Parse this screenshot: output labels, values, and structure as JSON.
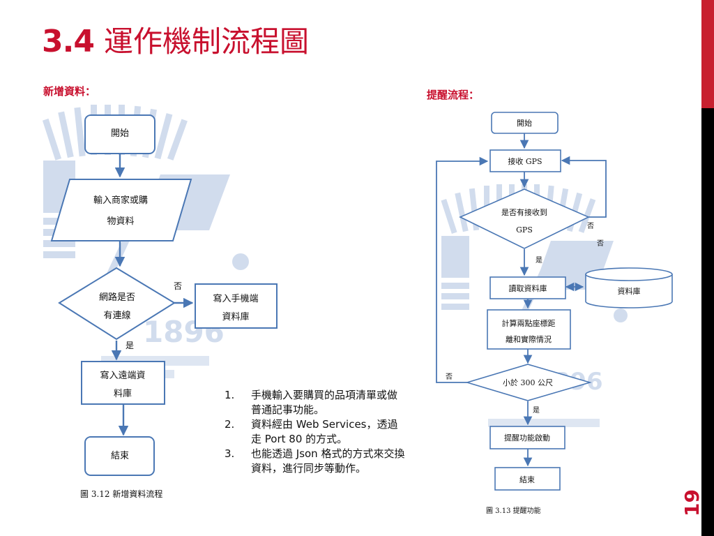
{
  "header": {
    "number": "3.4",
    "title": "運作機制流程圖"
  },
  "left_section_label": "新增資料：",
  "right_section_label": "提醒流程：",
  "page_number": "19",
  "left_flow": {
    "nodes": {
      "start": "開始",
      "input_1": "輸入商家或購",
      "input_2": "物資料",
      "decision_1": "網路是否",
      "decision_2": "有連線",
      "phone_1": "寫入手機端",
      "phone_2": "資料庫",
      "remote_1": "寫入遠端資",
      "remote_2": "料庫",
      "end": "結束"
    },
    "edges": {
      "yes": "是",
      "no": "否"
    },
    "caption": "圖 3.12  新增資料流程"
  },
  "right_flow": {
    "nodes": {
      "start": "開始",
      "receive": "接收 GPS",
      "decision_1": "是否有接收到",
      "decision_2": "GPS",
      "read": "讀取資料庫",
      "database": "資料庫",
      "calc_1": "計算兩點座標距",
      "calc_2": "離和實際情況",
      "decision_dist": "小於 300 公尺",
      "reminder": "提醒功能啟動",
      "end": "結束"
    },
    "edges": {
      "yes_gps": "是",
      "no_gps_1": "否",
      "no_gps_2": "否",
      "no_dist": "否",
      "yes_dist": "是"
    },
    "caption": "圖 3.13  提醒功能"
  },
  "steps": [
    {
      "num": "1.",
      "text": "手機輸入要購買的品項清單或做普通記事功能。"
    },
    {
      "num": "2.",
      "text": "資料經由 Web Services，透過走 Port 80 的方式。"
    },
    {
      "num": "3.",
      "text": "也能透過 Json 格式的方式來交換資料，進行同步等動作。"
    }
  ],
  "colors": {
    "title_red": "#c8102e",
    "flow_blue": "#4a77b4",
    "watermark": "#c9d6ea",
    "bar_red": "#c8202f",
    "bar_black": "#000000"
  }
}
